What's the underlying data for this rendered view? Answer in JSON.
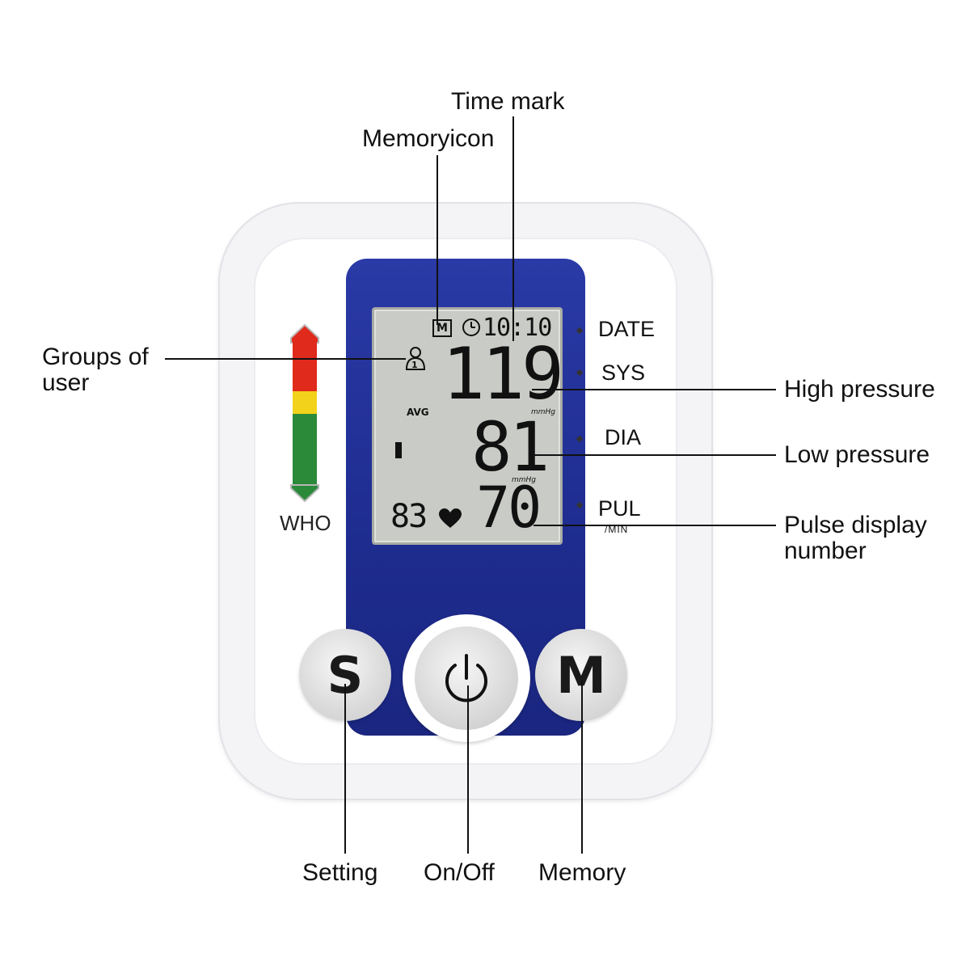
{
  "callouts": {
    "time_mark": "Time mark",
    "memory_icon": "Memoryicon",
    "groups_of_user": "Groups of\nuser",
    "high_pressure": "High pressure",
    "low_pressure": "Low pressure",
    "pulse_display": "Pulse display\nnumber",
    "setting": "Setting",
    "on_off": "On/Off",
    "memory": "Memory"
  },
  "device": {
    "side_labels": {
      "date": "DATE",
      "sys": "SYS",
      "dia": "DIA",
      "pul": "PUL",
      "pul_unit": "/MIN"
    },
    "who_label": "WHO",
    "who_scale_colors": [
      "#e02a1c",
      "#f2d21b",
      "#2a8a3a"
    ],
    "panel_color": "#1e2c8f",
    "buttons": {
      "setting_label": "S",
      "memory_label": "M"
    }
  },
  "lcd": {
    "memory_badge": "M",
    "time": "10:10",
    "user_group": "1",
    "avg_label": "AVG",
    "systolic": "119",
    "systolic_unit": "mmHg",
    "diastolic": "81",
    "diastolic_unit": "mmHg",
    "pulse_small": "83",
    "pulse": "70"
  }
}
